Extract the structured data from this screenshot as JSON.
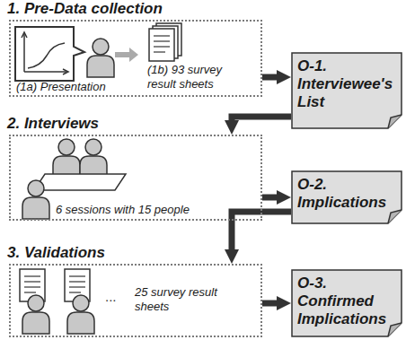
{
  "diagram": {
    "nodes": [
      {
        "text": [
          "1. Pre-Data collection",
          "(1a) Presentation",
          "(1b) 93 survey result sheets"
        ]
      },
      {
        "text": [
          "O-1. Interviewee's List"
        ]
      },
      {
        "text": [
          "2. Interviews",
          "6 sessions with 15 people"
        ]
      },
      {
        "text": [
          "O-2. Implications"
        ]
      },
      {
        "text": [
          "3. Validations",
          "25 survey result sheets"
        ]
      },
      {
        "text": [
          "O-3. Confirmed Implications"
        ]
      }
    ],
    "edges": [
      {
        "from": 0,
        "to": 1,
        "arrow": "to"
      },
      {
        "from": 1,
        "to": 2,
        "arrow": "to"
      },
      {
        "from": 2,
        "to": 3,
        "arrow": "to"
      },
      {
        "from": 3,
        "to": 4,
        "arrow": "to"
      },
      {
        "from": 4,
        "to": 5,
        "arrow": "to"
      }
    ],
    "labels": [
      "..."
    ]
  }
}
